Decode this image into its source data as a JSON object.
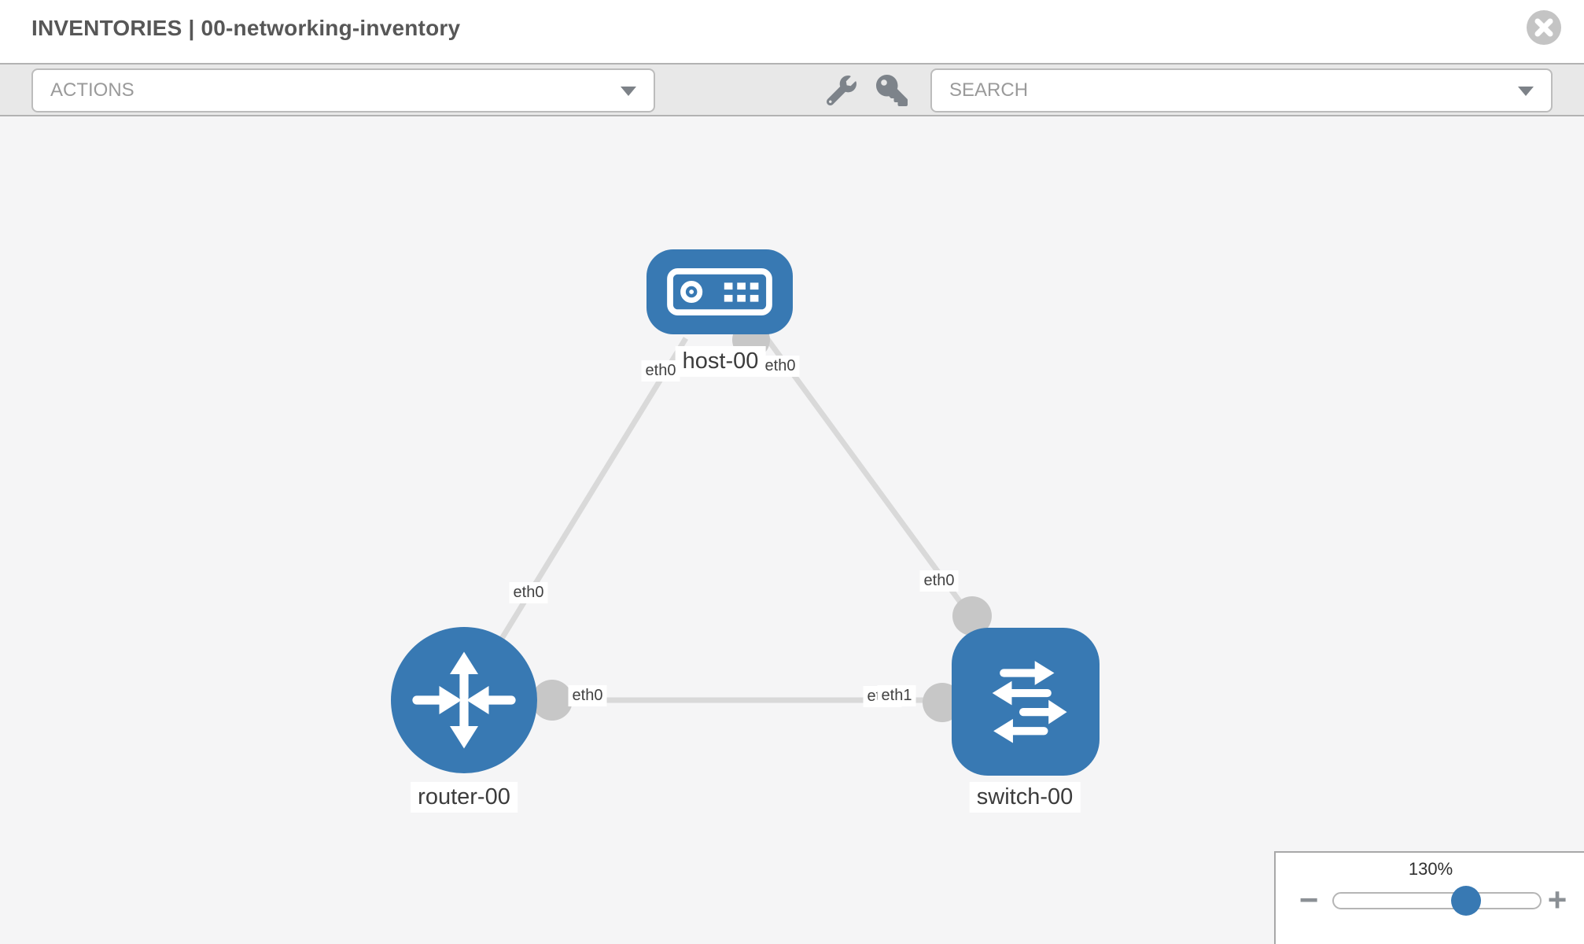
{
  "header": {
    "title": "INVENTORIES | 00-networking-inventory"
  },
  "toolbar": {
    "actions_label": "ACTIONS",
    "search_placeholder": "SEARCH",
    "icons": [
      "wrench-icon",
      "key-icon"
    ]
  },
  "topology": {
    "nodes": [
      {
        "name": "host-00",
        "type": "host"
      },
      {
        "name": "router-00",
        "type": "router"
      },
      {
        "name": "switch-00",
        "type": "switch"
      }
    ],
    "links": [
      {
        "source": "router-00",
        "target": "host-00",
        "source_interface": "eth0",
        "target_interface": "eth0"
      },
      {
        "source": "host-00",
        "target": "switch-00",
        "source_interface": "eth0",
        "target_interface": "eth0"
      },
      {
        "source": "router-00",
        "target": "switch-00",
        "source_interface": "eth0",
        "target_interfaces": [
          "eth0",
          "eth1"
        ]
      }
    ]
  },
  "zoom_control": {
    "level": "130%",
    "minus_label": "−",
    "plus_label": "+"
  },
  "colors": {
    "node_blue": "#3879b3",
    "link_gray": "#d9d9d9",
    "endpoint_gray": "#c7c7c7",
    "toolbar_bg": "#e8e8e8",
    "canvas_bg": "#f5f5f6",
    "title_gray": "#575757"
  }
}
